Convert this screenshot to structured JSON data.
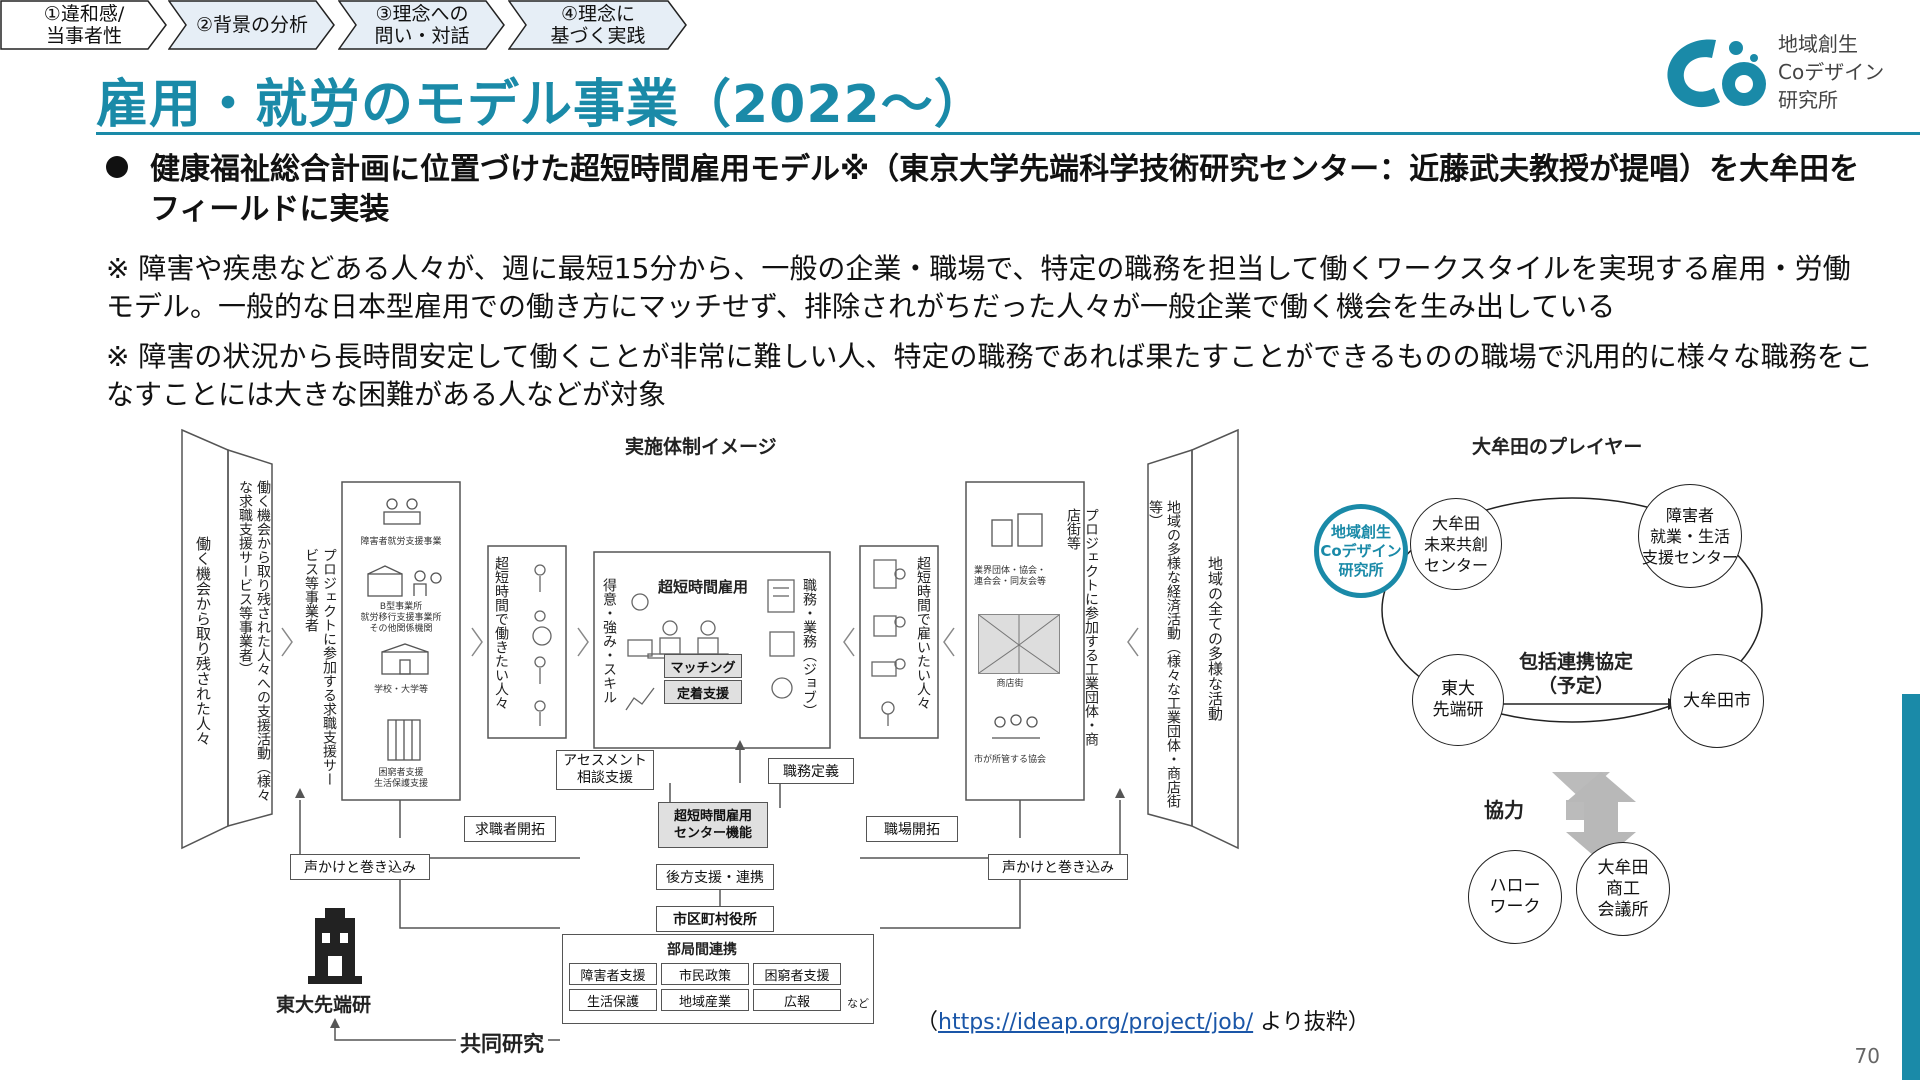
{
  "steps": [
    {
      "label": "①違和感/\n当事者性"
    },
    {
      "label": "②背景の分析"
    },
    {
      "label": "③理念への\n問い・対話"
    },
    {
      "label": "④理念に\n基づく実践"
    }
  ],
  "title": "雇用・就労のモデル事業（2022～）",
  "logo": {
    "text": "地域創生\nCoデザイン\n研究所"
  },
  "bullet": "健康福祉総合計画に位置づけた超短時間雇用モデル※（東京大学先端科学技術研究センター：近藤武夫教授が提唱）を大牟田をフィールドに実装",
  "notes": [
    "※ 障害や疾患などある人々が、週に最短15分から、一般の企業・職場で、特定の職務を担当して働くワークスタイルを実現する雇用・労働モデル。一般的な日本型雇用での働き方にマッチせず、排除されがちだった人々が一般企業で働く機会を生み出している",
    "※ 障害の状況から長時間安定して働くことが非常に難しい人、特定の職務であれば果たすことができるものの職場で汎用的に様々な職務をこなすことには大きな困難がある人などが対象"
  ],
  "diagram": {
    "heading": "実施体制イメージ",
    "left_outer": "働く機会から取り残された人々",
    "left_inner": "働く機会から取り残された人々への支援活動（様々な求職支援サービス等事業者）",
    "left_project": "プロジェクトに参加する求職支援サービス等事業者",
    "left_icons": [
      "障害者就労支援事業",
      "B型事業所\n就労移行支援事業所\nその他関係機関",
      "学校・大学等",
      "困窮者支援\n生活保護支援"
    ],
    "want_work": "超短時間で働きたい人々",
    "skills": "得意・強み・スキル",
    "center_title": "超短時間雇用",
    "matching": "マッチング",
    "teichaku": "定着支援",
    "job": "職務・業務（ジョブ）",
    "want_hire": "超短時間で雇いたい人々",
    "right_project": "プロジェクトに参加する工業団体・商店街等",
    "right_icons": [
      "業界団体・協会・\n連合会・同友会等",
      "商店街",
      "市が所管する協会"
    ],
    "right_inner": "地域の多様な経済活動（様々な工業団体・商店街等）",
    "right_outer": "地域の全ての多様な活動",
    "assessment": "アセスメント\n相談支援",
    "job_def": "職務定義",
    "seeker": "求職者開拓",
    "center_func": "超短時間雇用\nセンター機能",
    "workplace": "職場開拓",
    "voice_left": "声かけと巻き込み",
    "voice_right": "声かけと巻き込み",
    "backup": "後方支援・連携",
    "city": "市区町村役所",
    "dept": "部局間連携",
    "depts": [
      "障害者支援",
      "市民政策",
      "困窮者支援",
      "生活保護",
      "地域産業",
      "広報"
    ],
    "etc": "など",
    "todai": "東大先端研",
    "joint": "共同研究"
  },
  "source": {
    "prefix": "（",
    "url": "https://ideap.org/project/job/",
    "suffix": " より抜粋）"
  },
  "players": {
    "heading": "大牟田のプレイヤー",
    "codesign": "地域創生\nCoデザイン\n研究所",
    "mirai": "大牟田\n未来共創\nセンター",
    "shogai": "障害者\n就業・生活\n支援センター",
    "todai": "東大\n先端研",
    "city": "大牟田市",
    "agreement": "包括連携協定\n（予定）",
    "kyoryoku": "協力",
    "hellowork": "ハロー\nワーク",
    "shoko": "大牟田\n商工\n会議所"
  },
  "page_number": "70",
  "colors": {
    "accent": "#1a8aa8"
  }
}
